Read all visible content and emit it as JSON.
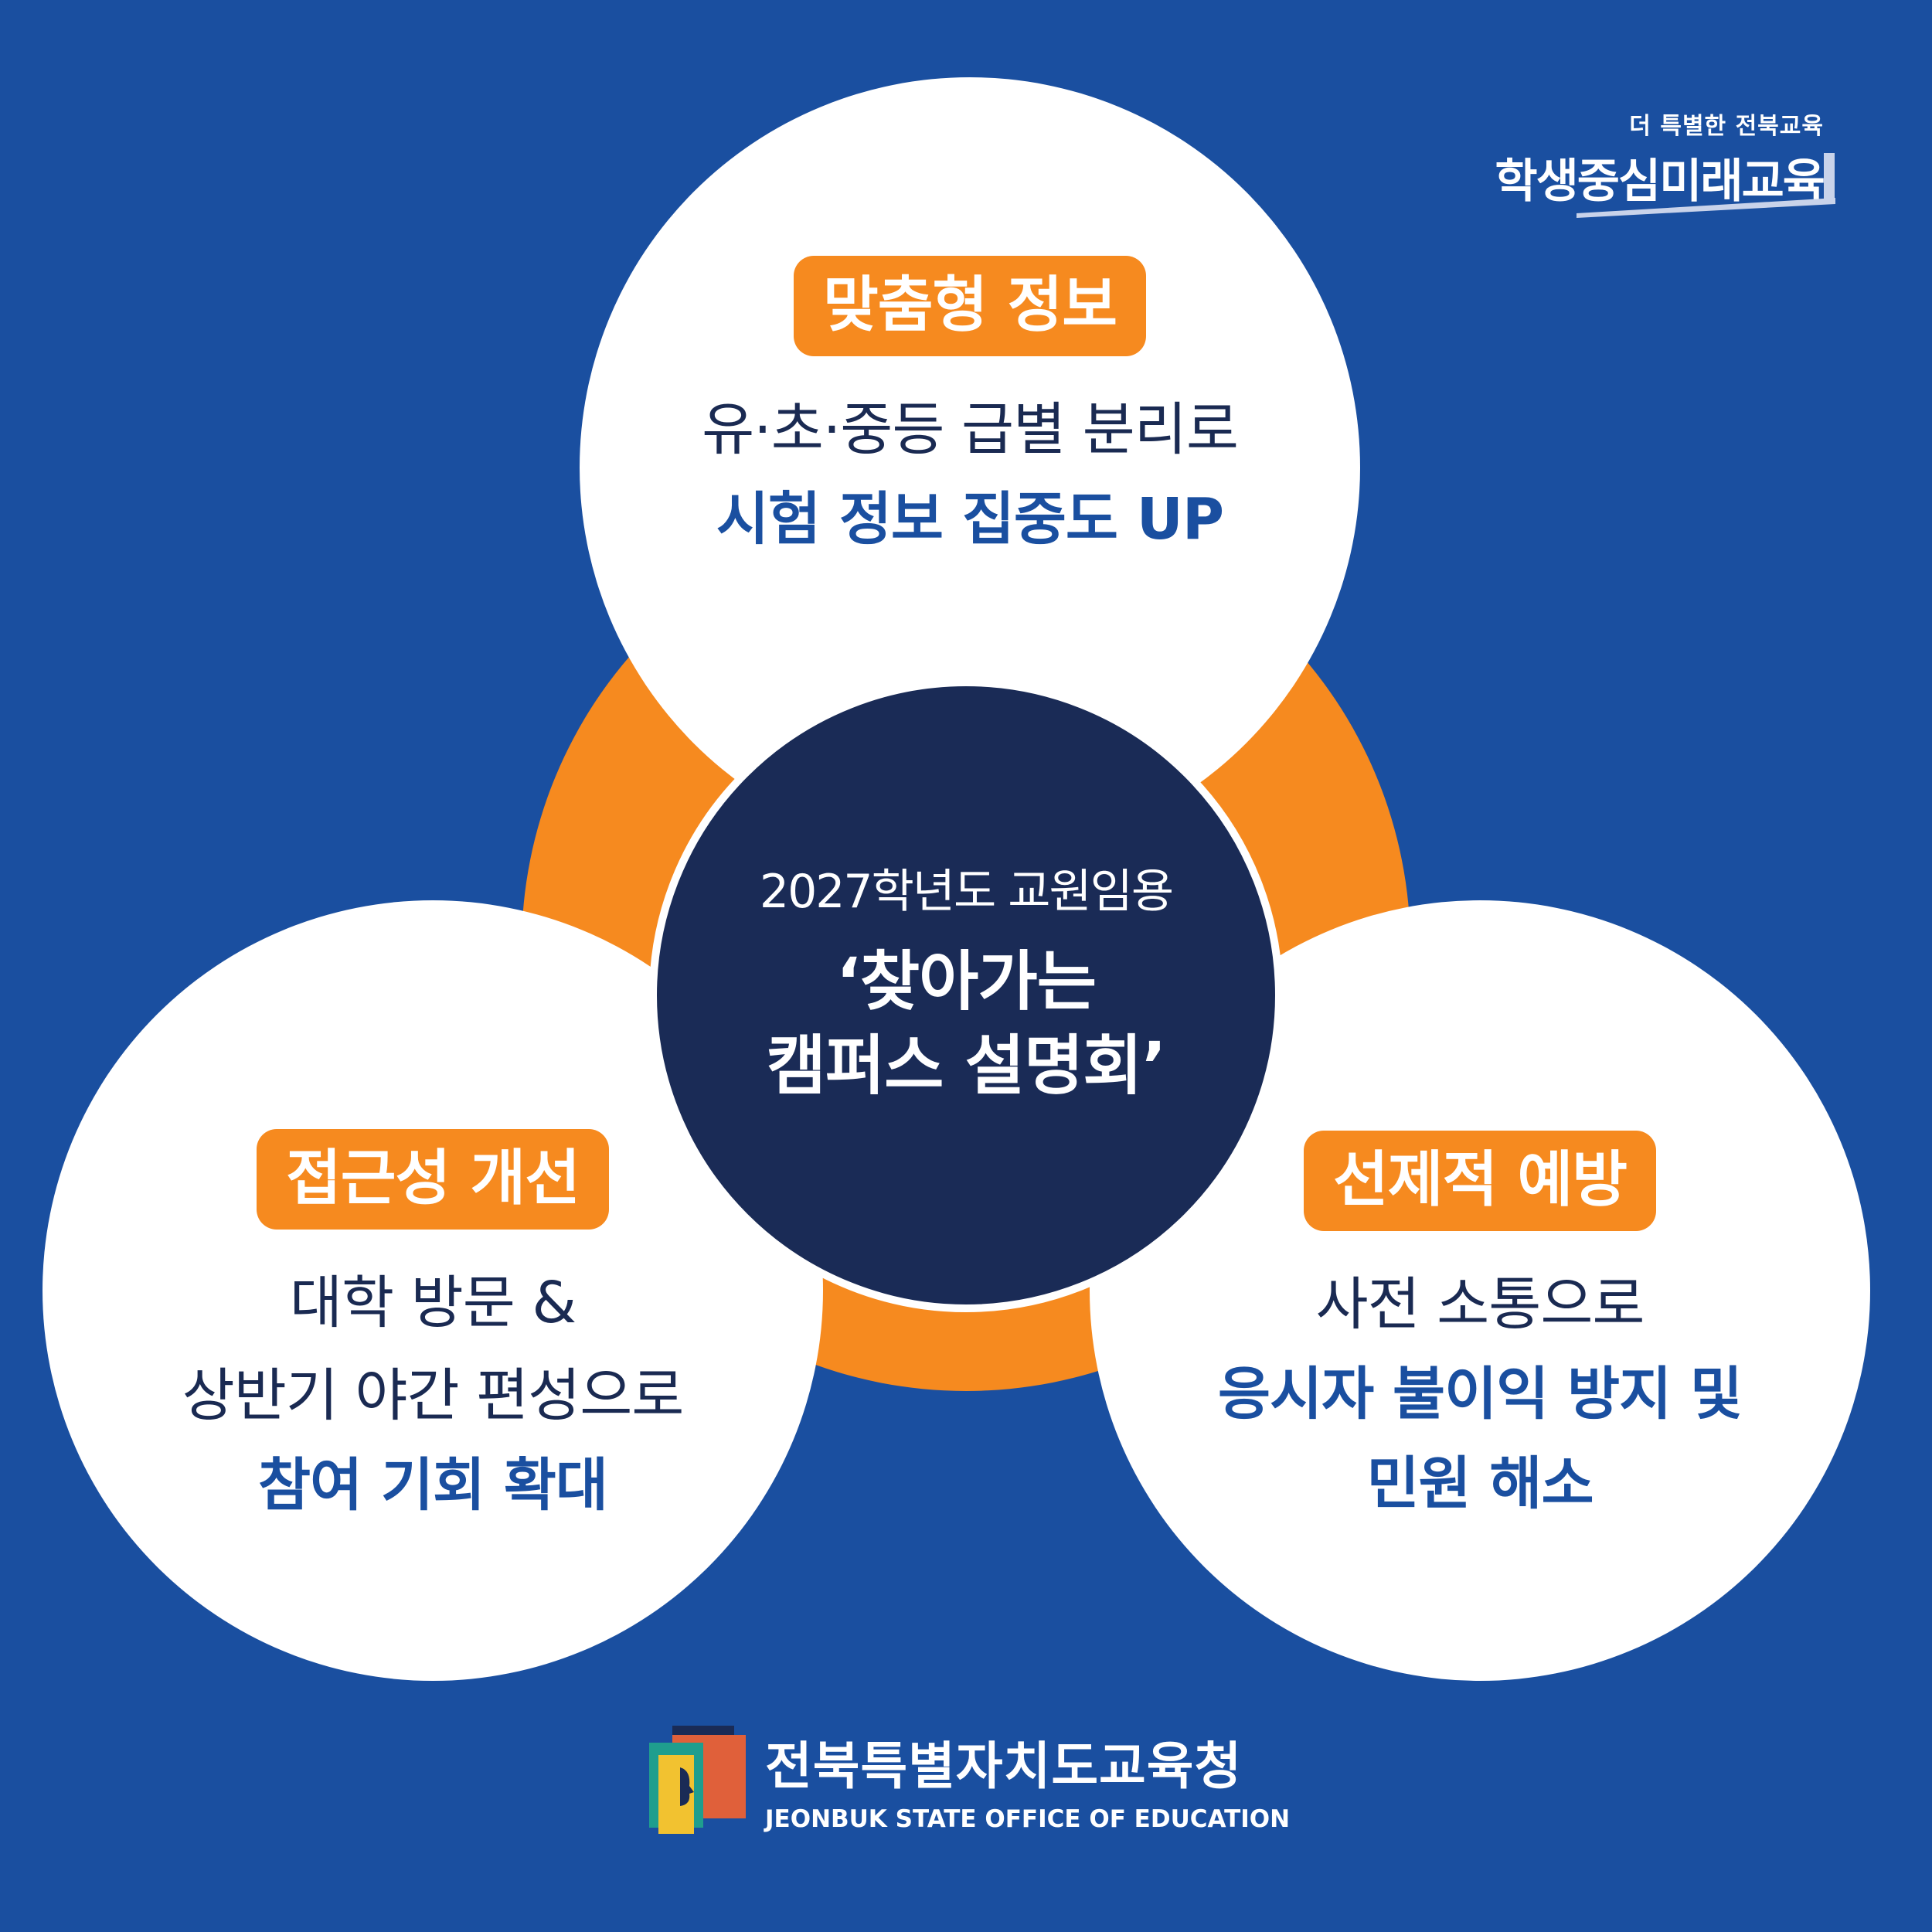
{
  "brand": {
    "subtitle": "더 특별한 전북교육",
    "slogan": "학생중심미래교육"
  },
  "center": {
    "year_line": "2027학년도 교원임용",
    "title_line1": "‘찾아가는",
    "title_line2": "캠퍼스 설명회’"
  },
  "features": {
    "top": {
      "tag": "맞춤형 정보",
      "line1": "유·초·중등 급별 분리로",
      "line2": "시험 정보 집중도 UP"
    },
    "left": {
      "tag": "접근성 개선",
      "line1": "대학 방문 &",
      "line2": "상반기 야간 편성으로",
      "line3": "참여 기회 확대"
    },
    "right": {
      "tag": "선제적 예방",
      "line1": "사전 소통으로",
      "line2": "응시자 불이익 방지 및",
      "line3": "민원 해소"
    }
  },
  "organization": {
    "name_ko": "전북특별자치도교육청",
    "name_en": "JEONBUK STATE OFFICE OF EDUCATION"
  },
  "colors": {
    "background": "#1a4fa0",
    "accent_orange": "#f68a1f",
    "center_navy": "#1a2b56",
    "text_navy": "#1a2a52",
    "text_blue": "#1a4fa0",
    "white": "#ffffff"
  }
}
